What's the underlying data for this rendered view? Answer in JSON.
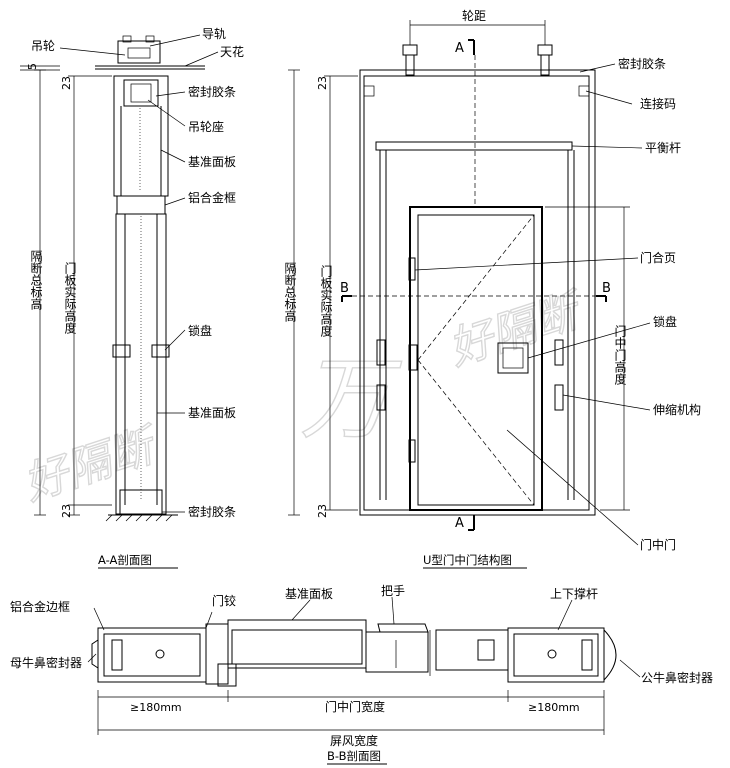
{
  "left_view": {
    "labels": {
      "pulley": "吊轮",
      "rail": "导轨",
      "ceiling": "天花",
      "seal_top": "密封胶条",
      "pulley_seat": "吊轮座",
      "base_panel_top": "基准面板",
      "alu_frame": "铝合金框",
      "lock_plate": "锁盘",
      "base_panel_bottom": "基准面板",
      "seal_bottom": "密封胶条"
    },
    "dims": {
      "total_height": "隔断总标高",
      "door_height": "门板实际高度",
      "top_gap": "23",
      "top_mark": "5",
      "bottom_gap": "23"
    },
    "caption": "A-A剖面图"
  },
  "right_view": {
    "labels": {
      "wheel_distance": "轮距",
      "section_a_top": "A",
      "section_a_bottom": "A",
      "section_b_left": "B",
      "section_b_right": "B",
      "seal": "密封胶条",
      "connector": "连接码",
      "balance_bar": "平衡杆",
      "hinge": "门合页",
      "lock_plate": "锁盘",
      "telescopic": "伸缩机构",
      "inner_door": "门中门"
    },
    "dims": {
      "total_height": "隔断总标高",
      "door_height": "门板实际高度",
      "inner_door_height": "门中门高度",
      "top_gap": "23",
      "bottom_gap": "23"
    },
    "caption": "U型门中门结构图"
  },
  "bottom_view": {
    "labels": {
      "alu_edge_frame": "铝合金边框",
      "door_hinge": "门铰",
      "base_panel": "基准面板",
      "handle": "把手",
      "strut": "上下撑杆",
      "female_seal": "母牛鼻密封器",
      "male_seal": "公牛鼻密封器"
    },
    "dims": {
      "left_width": "≥180mm",
      "inner_door_width": "门中门宽度",
      "right_width": "≥180mm",
      "screen_width": "屏风宽度"
    },
    "caption": "B-B剖面图"
  },
  "watermark": {
    "left": "好隔断",
    "center": "万",
    "right": "好隔断"
  }
}
